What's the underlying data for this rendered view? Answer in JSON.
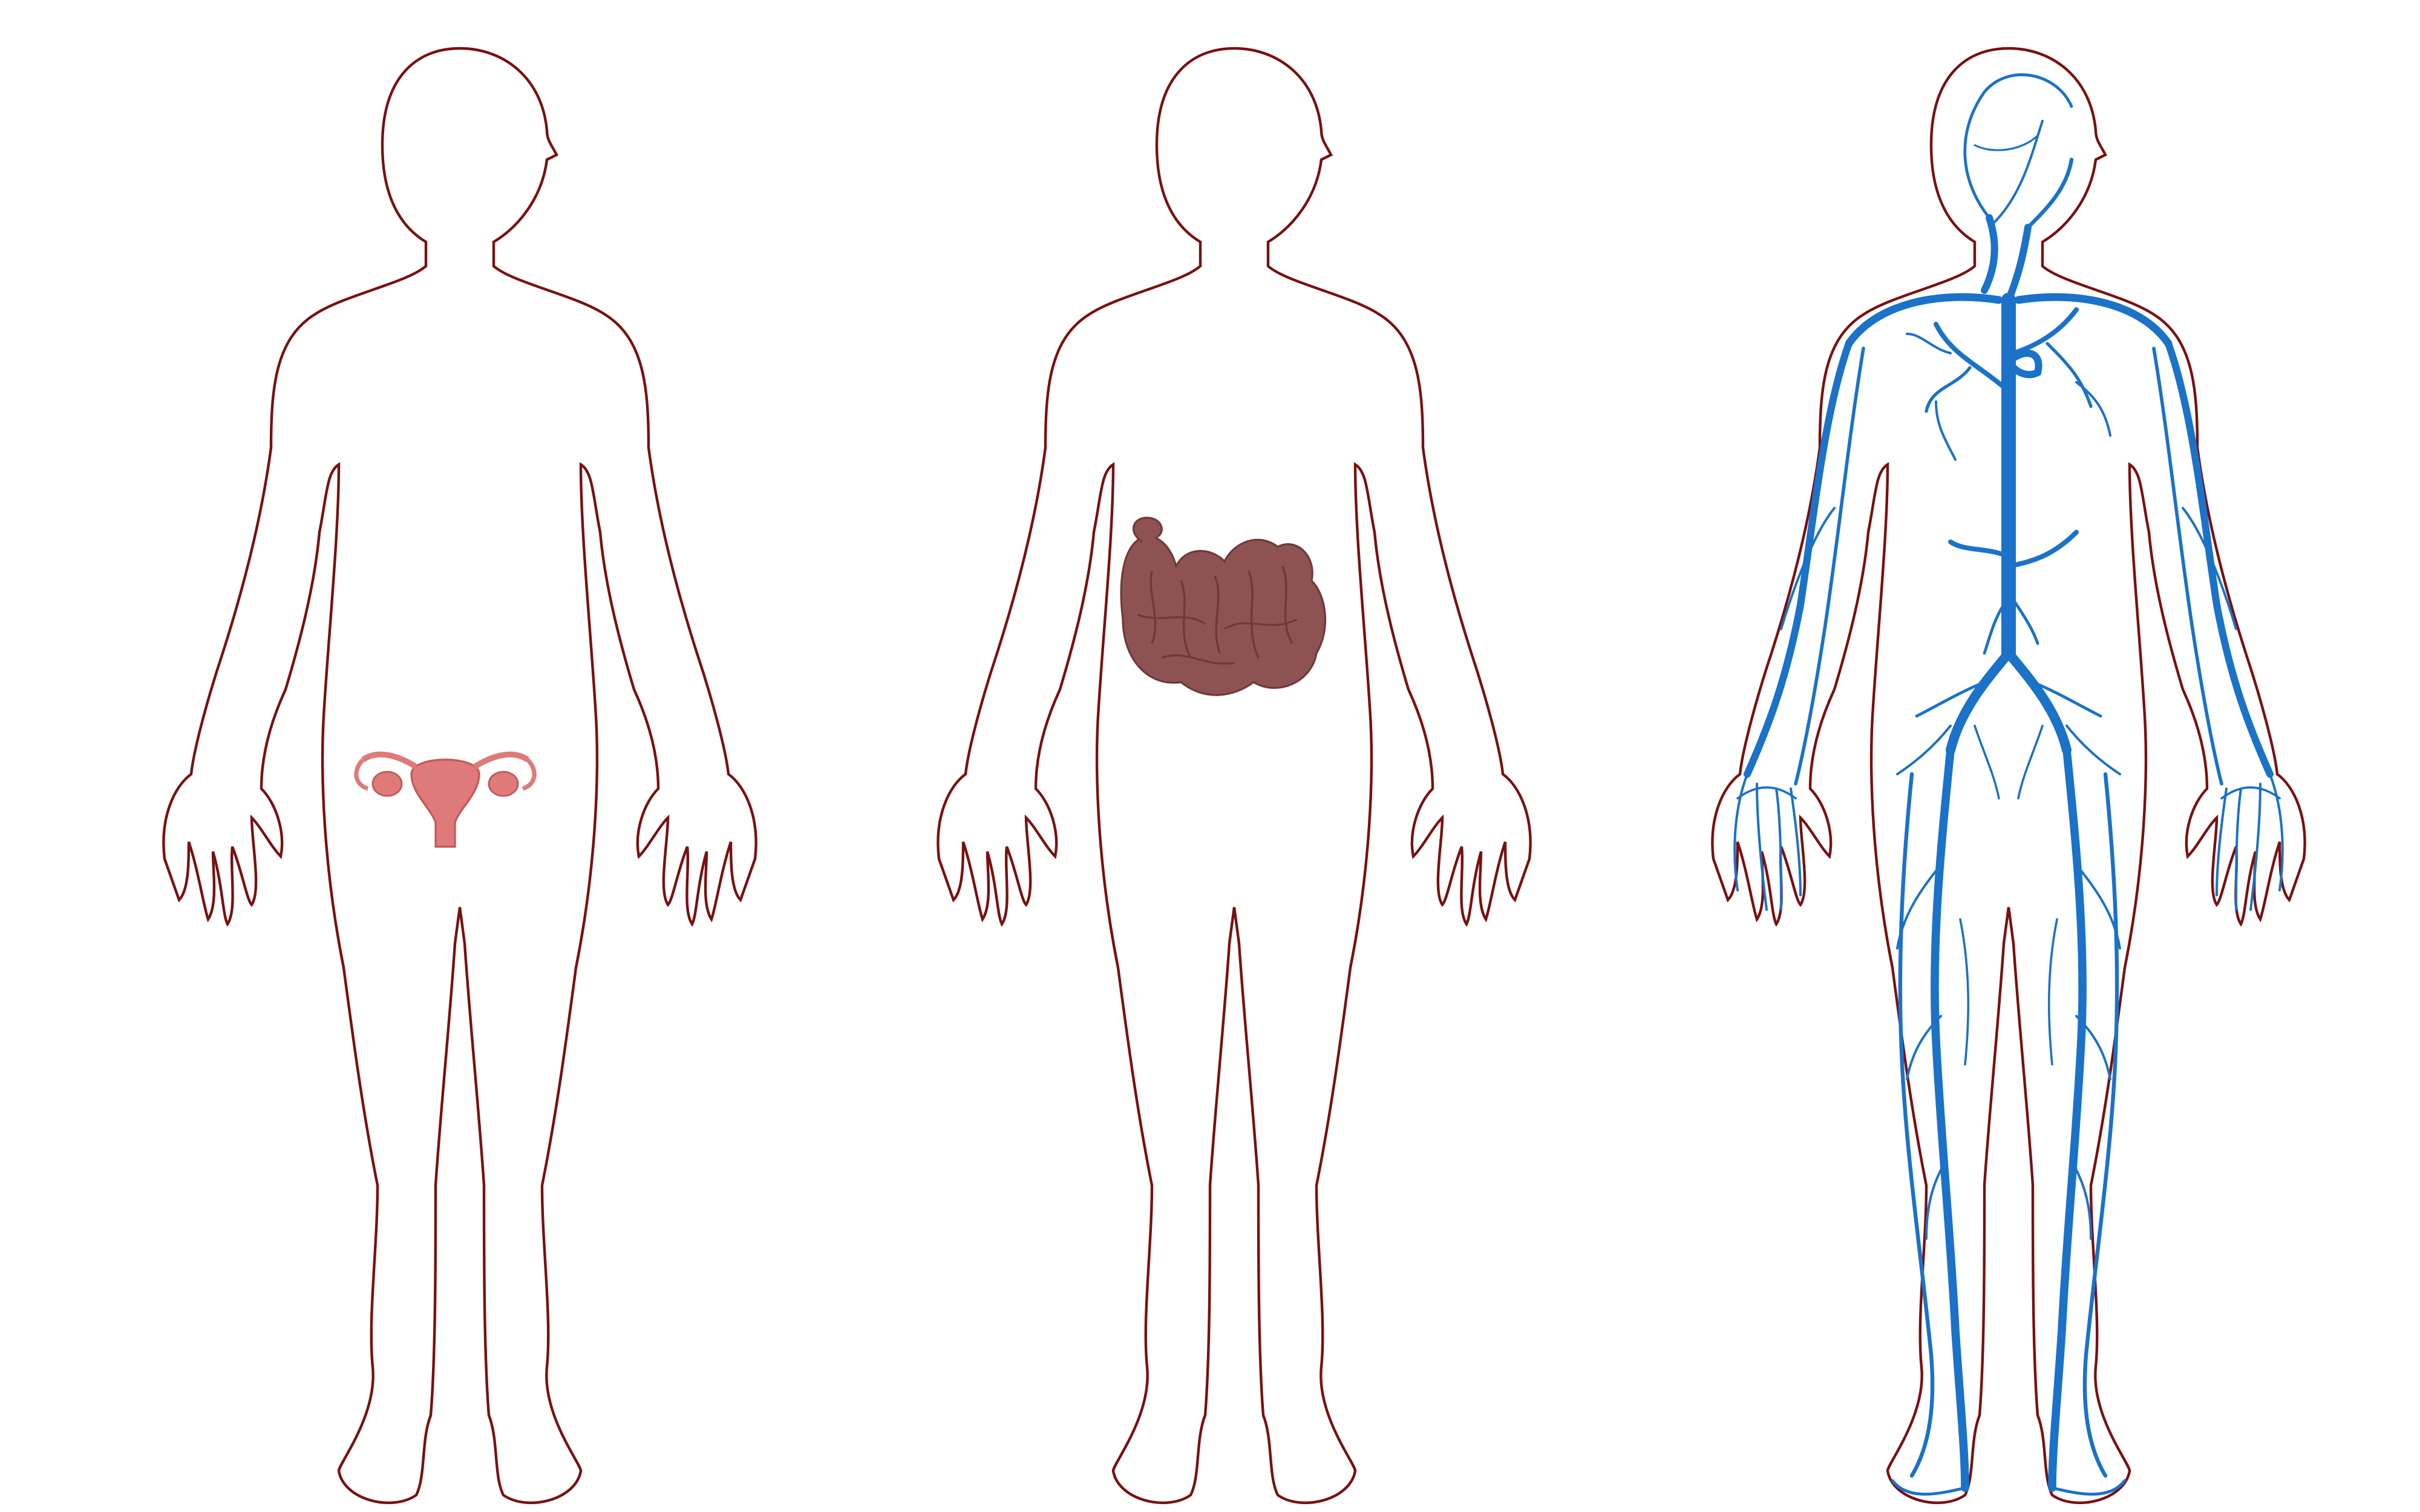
{
  "figures": [
    {
      "organ": "uterus-and-ovaries",
      "organ_color": "#e07a7a",
      "outline_color": "#7a1010"
    },
    {
      "organ": "small-intestine",
      "organ_color": "#8f5252",
      "outline_color": "#7a1010"
    },
    {
      "organ": "venous-system",
      "organ_color": "#1a72c9",
      "outline_color": "#7a1010"
    }
  ],
  "colors": {
    "background": "#ffffff",
    "outline": "#7a1010",
    "uterus": "#e07a7a",
    "intestine": "#8f5252",
    "intestine_shadow": "#6e3a3a",
    "veins": "#1a72c9"
  }
}
